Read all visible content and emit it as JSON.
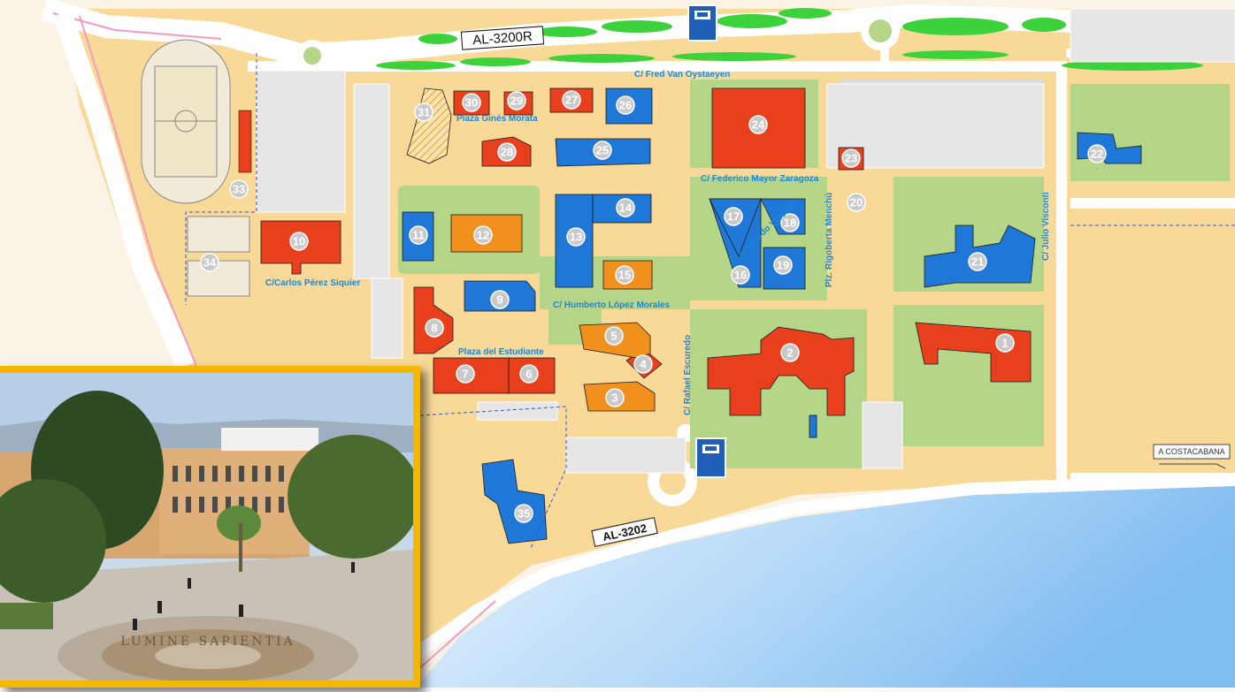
{
  "map": {
    "roads": [
      {
        "id": "north-highway",
        "label": "AL-3200R"
      },
      {
        "id": "south-highway",
        "label": "AL-3202"
      }
    ],
    "destination_sign": "A COSTACABANA",
    "streets": [
      "C/ Fred Van Oystaeyen",
      "Plaza Ginés Morata",
      "C/ Federico Mayor Zaragoza",
      "C/ Leonardo Vincent",
      "Plz. Rigoberta Menchú",
      "C/ Julio Visconti",
      "C/Carlos Pérez Siquier",
      "C/ Humberto López Morales",
      "Plaza del Estudiante",
      "C/ Rafael Escuredo"
    ],
    "buildings": [
      {
        "number": "1",
        "category": "red"
      },
      {
        "number": "2",
        "category": "red"
      },
      {
        "number": "3",
        "category": "orange"
      },
      {
        "number": "4",
        "category": "red"
      },
      {
        "number": "5",
        "category": "orange"
      },
      {
        "number": "6",
        "category": "red"
      },
      {
        "number": "7",
        "category": "red"
      },
      {
        "number": "8",
        "category": "red"
      },
      {
        "number": "9",
        "category": "blue"
      },
      {
        "number": "10",
        "category": "red"
      },
      {
        "number": "11",
        "category": "blue"
      },
      {
        "number": "12",
        "category": "orange"
      },
      {
        "number": "13",
        "category": "blue"
      },
      {
        "number": "14",
        "category": "blue"
      },
      {
        "number": "15",
        "category": "orange"
      },
      {
        "number": "16",
        "category": "blue"
      },
      {
        "number": "17",
        "category": "blue"
      },
      {
        "number": "18",
        "category": "blue"
      },
      {
        "number": "19",
        "category": "blue"
      },
      {
        "number": "20",
        "category": "marker"
      },
      {
        "number": "21",
        "category": "blue"
      },
      {
        "number": "22",
        "category": "blue"
      },
      {
        "number": "23",
        "category": "red"
      },
      {
        "number": "24",
        "category": "red"
      },
      {
        "number": "25",
        "category": "blue"
      },
      {
        "number": "26",
        "category": "blue"
      },
      {
        "number": "27",
        "category": "red"
      },
      {
        "number": "28",
        "category": "red"
      },
      {
        "number": "29",
        "category": "red"
      },
      {
        "number": "30",
        "category": "red"
      },
      {
        "number": "31",
        "category": "hatched"
      },
      {
        "number": "33",
        "category": "marker"
      },
      {
        "number": "34",
        "category": "marker"
      },
      {
        "number": "35",
        "category": "blue"
      }
    ],
    "colors": {
      "red": "#e8401c",
      "orange": "#f2901e",
      "blue": "#1f78d8",
      "green": "#b5d689",
      "sand": "#f8d997",
      "road": "#ffffff",
      "sea": "#8cc3f3",
      "photo_border": "#f5b800"
    },
    "icons": [
      "bus-stop-icon-north",
      "bus-stop-icon-south"
    ]
  },
  "photo": {
    "inscription": "LUMINE SAPIENTIA"
  }
}
